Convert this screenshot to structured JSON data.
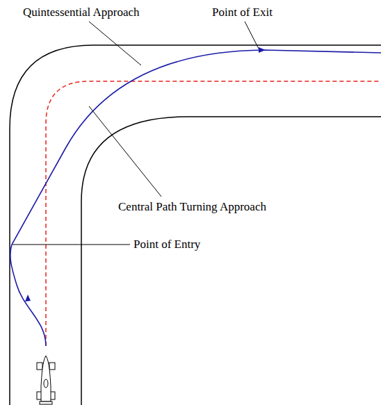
{
  "diagram": {
    "labels": [
      "Quintessential Approach",
      "Point of Exit",
      "Central Path Turning Approach",
      "Point of Entry"
    ]
  }
}
